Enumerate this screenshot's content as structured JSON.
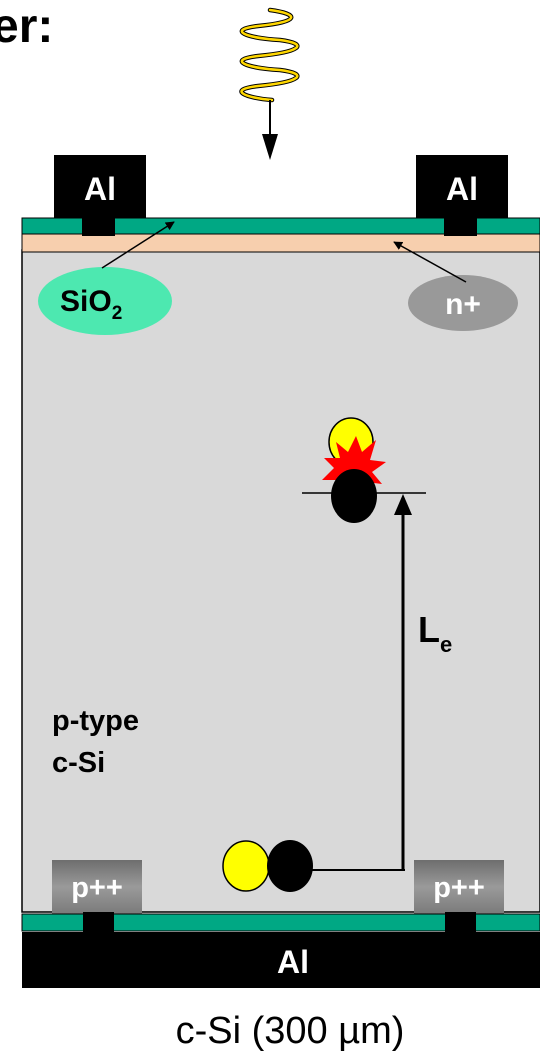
{
  "header_fragment": "er:",
  "labels": {
    "al_top_left": "Al",
    "al_top_right": "Al",
    "al_bottom": "Al",
    "sio2_main": "SiO",
    "sio2_sub": "2",
    "n_plus": "n+",
    "diffusion_main": "L",
    "diffusion_sub": "e",
    "material_line1": "p-type",
    "material_line2": "c-Si",
    "p_plus_left": "p++",
    "p_plus_right": "p++",
    "caption": "c-Si (300 µm)"
  },
  "colors": {
    "oxide": "#00a884",
    "n_plus_layer": "#f7cfae",
    "bulk": "#d9d9d9",
    "metal": "#000000",
    "sio2_bubble": "#4de8b0",
    "n_plus_bubble": "#999999",
    "hole": "#ffff00",
    "electron": "#000000",
    "recombination_burst": "#ff0000",
    "photon": "#ffd700",
    "p_plus_region": "#8c8c8c"
  }
}
